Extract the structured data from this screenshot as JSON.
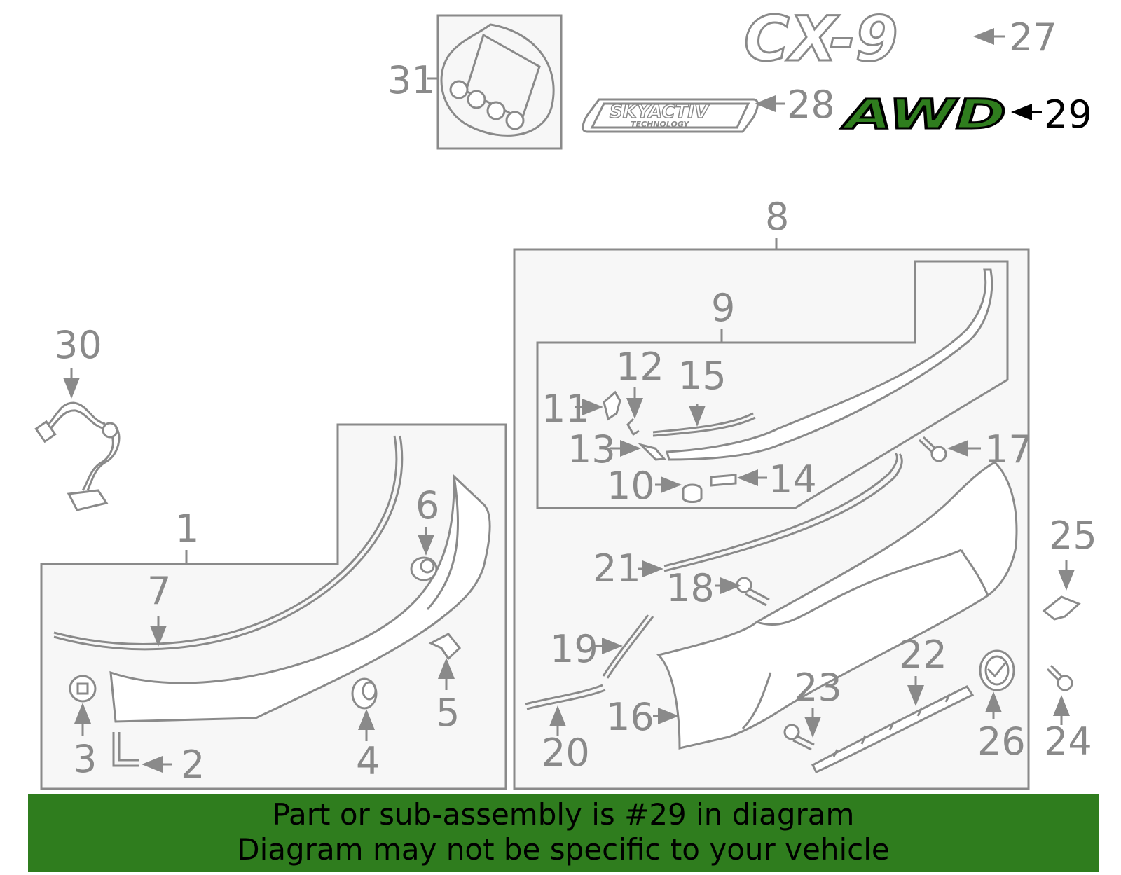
{
  "badges": {
    "cx9": "CX-9",
    "skyactiv": "SKYACTIV",
    "technology": "TECHNOLOGY",
    "awd": "AWD"
  },
  "callouts": {
    "c1": "1",
    "c2": "2",
    "c3": "3",
    "c4": "4",
    "c5": "5",
    "c6": "6",
    "c7": "7",
    "c8": "8",
    "c9": "9",
    "c10": "10",
    "c11": "11",
    "c12": "12",
    "c13": "13",
    "c14": "14",
    "c15": "15",
    "c16": "16",
    "c17": "17",
    "c18": "18",
    "c19": "19",
    "c20": "20",
    "c21": "21",
    "c22": "22",
    "c23": "23",
    "c24": "24",
    "c25": "25",
    "c26": "26",
    "c27": "27",
    "c28": "28",
    "c29": "29",
    "c30": "30",
    "c31": "31"
  },
  "highlight": {
    "part": "29",
    "color": "#2f7d1e"
  },
  "banner": {
    "line1": "Part or sub-assembly is #29 in diagram",
    "line2": "Diagram may not be specific to your vehicle",
    "color": "#2f7d1e"
  }
}
